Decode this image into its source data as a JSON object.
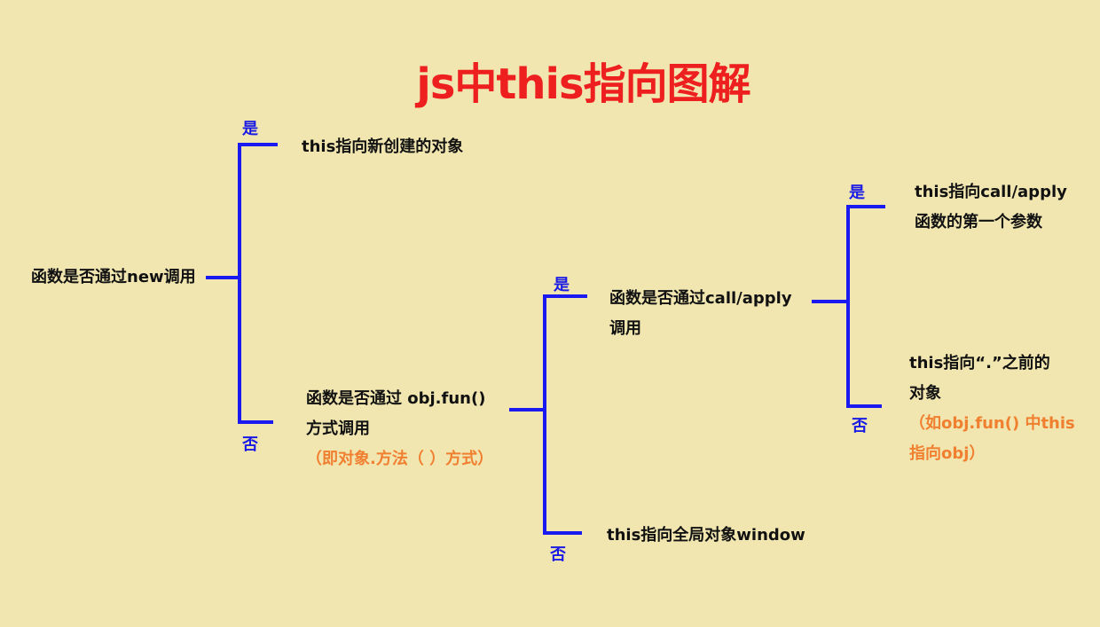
{
  "title": "js中this指向图解",
  "labels": {
    "yes": "是",
    "no": "否"
  },
  "nodes": {
    "root_question": "函数是否通过new调用",
    "new_yes_result": "this指向新创建的对象",
    "obj_question_line1": "函数是否通过 obj.fun()",
    "obj_question_line2": "方式调用",
    "obj_question_note": "（即对象.方法（ ）方式）",
    "call_question_line1": "函数是否通过call/apply",
    "call_question_line2": "调用",
    "obj_no_result": "this指向全局对象window",
    "call_yes_result_line1": "this指向call/apply",
    "call_yes_result_line2": "函数的第一个参数",
    "call_no_result_line1": "this指向“.”之前的",
    "call_no_result_line2": "对象",
    "call_no_note_line1": "（如obj.fun() 中this",
    "call_no_note_line2": "指向obj）"
  }
}
